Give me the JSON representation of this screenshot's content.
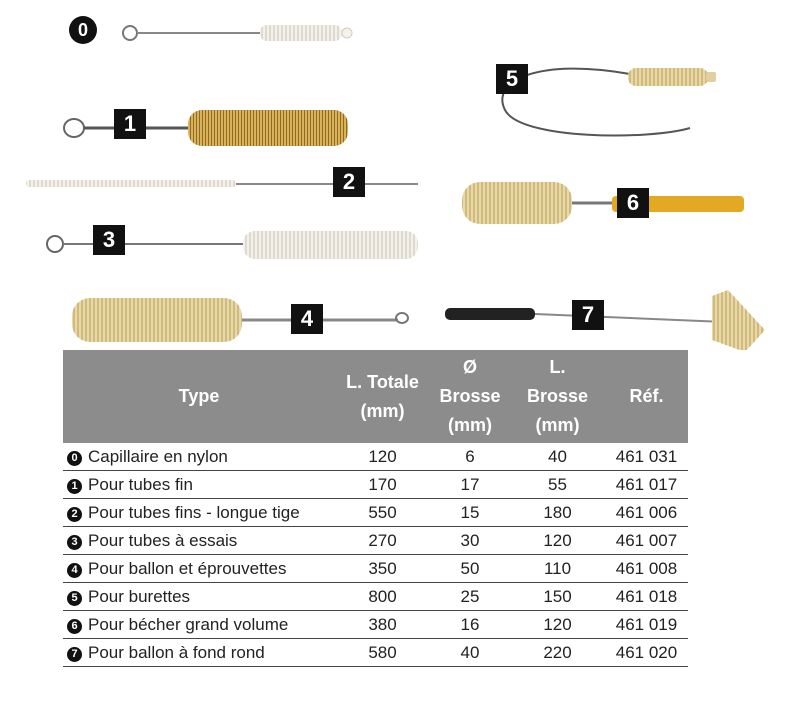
{
  "figure": {
    "badges": [
      "0",
      "1",
      "2",
      "3",
      "4",
      "5",
      "6",
      "7"
    ]
  },
  "table": {
    "headers": {
      "type": "Type",
      "length": [
        "L. Totale",
        "(mm)"
      ],
      "diameter": [
        "Ø",
        "Brosse",
        "(mm)"
      ],
      "brush_length": [
        "L.",
        "Brosse",
        "(mm)"
      ],
      "ref": "Réf."
    },
    "rows": [
      {
        "num": "0",
        "type": "Capillaire en nylon",
        "length": "120",
        "diameter": "6",
        "brush_length": "40",
        "ref": "461 031"
      },
      {
        "num": "1",
        "type": "Pour tubes fin",
        "length": "170",
        "diameter": "17",
        "brush_length": "55",
        "ref": "461 017"
      },
      {
        "num": "2",
        "type": "Pour tubes fins - longue tige",
        "length": "550",
        "diameter": "15",
        "brush_length": "180",
        "ref": "461 006"
      },
      {
        "num": "3",
        "type": "Pour tubes à essais",
        "length": "270",
        "diameter": "30",
        "brush_length": "120",
        "ref": "461 007"
      },
      {
        "num": "4",
        "type": "Pour ballon et éprouvettes",
        "length": "350",
        "diameter": "50",
        "brush_length": "110",
        "ref": "461 008"
      },
      {
        "num": "5",
        "type": "Pour burettes",
        "length": "800",
        "diameter": "25",
        "brush_length": "150",
        "ref": "461 018"
      },
      {
        "num": "6",
        "type": "Pour bécher grand volume",
        "length": "380",
        "diameter": "16",
        "brush_length": "120",
        "ref": "461 019"
      },
      {
        "num": "7",
        "type": "Pour ballon à fond rond",
        "length": "580",
        "diameter": "40",
        "brush_length": "220",
        "ref": "461 020"
      }
    ]
  }
}
